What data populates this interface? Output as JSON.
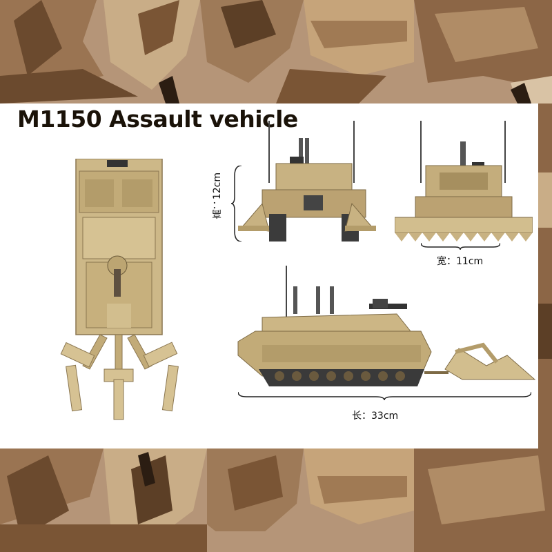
{
  "title": "M1150 Assault vehicle",
  "dimensions": {
    "height_label": "高：12cm",
    "width_label": "宽：11cm",
    "length_label": "长：33cm"
  },
  "colors": {
    "tan_light": "#d8c493",
    "tan_mid": "#b9a06c",
    "tan_dark": "#7d6a45",
    "camo_dark": "#6b4a2e",
    "camo_brown": "#9a7452",
    "camo_sand": "#c9ad87"
  }
}
